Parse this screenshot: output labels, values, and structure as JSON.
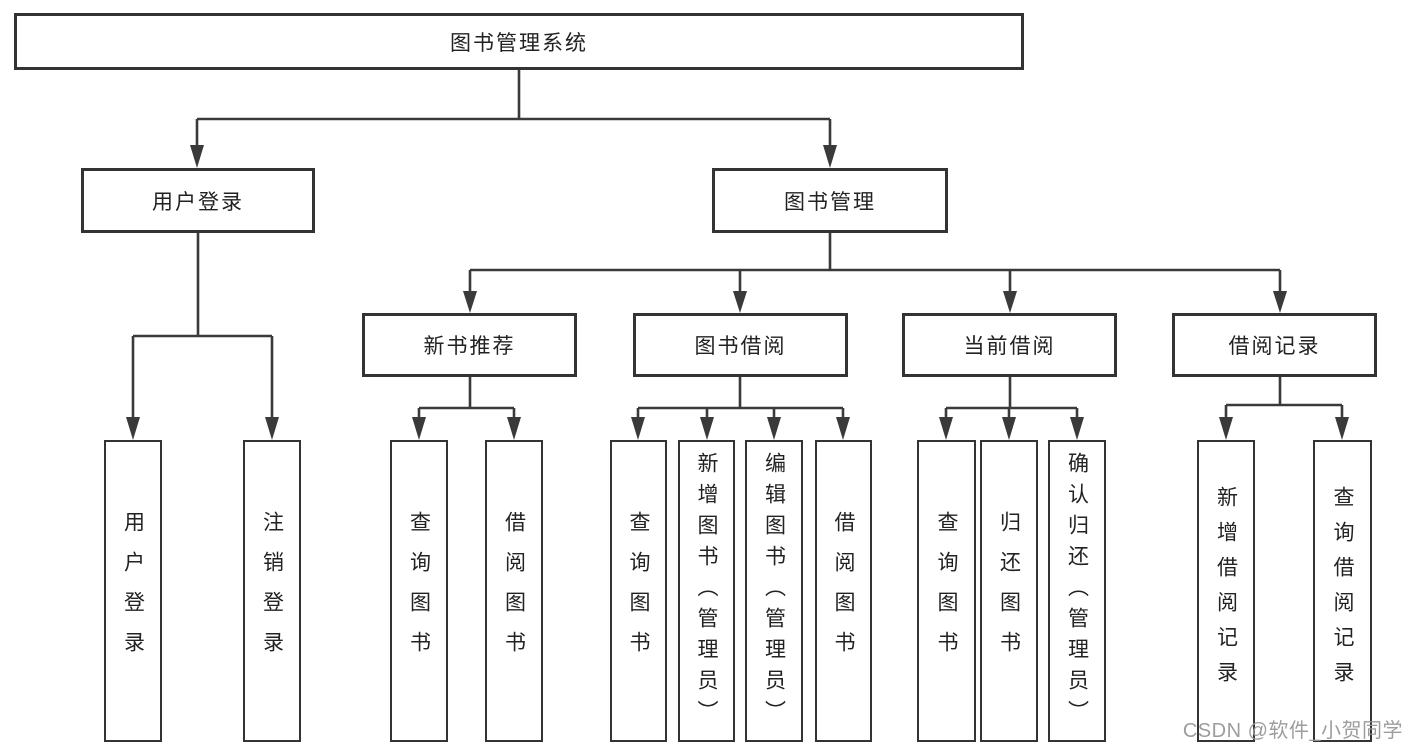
{
  "diagram": {
    "root": {
      "label": "图书管理系统"
    },
    "branches": [
      {
        "id": "user-login",
        "label": "用户登录",
        "parent": "图书管理系统"
      },
      {
        "id": "book-management",
        "label": "图书管理",
        "parent": "图书管理系统"
      }
    ],
    "modules": [
      {
        "id": "new-book-recommend",
        "label": "新书推荐",
        "parent": "图书管理"
      },
      {
        "id": "book-borrowing",
        "label": "图书借阅",
        "parent": "图书管理"
      },
      {
        "id": "current-borrowing",
        "label": "当前借阅",
        "parent": "图书管理"
      },
      {
        "id": "borrowing-records",
        "label": "借阅记录",
        "parent": "图书管理"
      }
    ],
    "leaves": [
      {
        "id": "user-login-action",
        "label": "用户登录",
        "parent": "用户登录"
      },
      {
        "id": "logout-action",
        "label": "注销登录",
        "parent": "用户登录"
      },
      {
        "id": "query-book-recommend",
        "label": "查询图书",
        "parent": "新书推荐"
      },
      {
        "id": "borrow-book-recommend",
        "label": "借阅图书",
        "parent": "新书推荐"
      },
      {
        "id": "query-book-borrowing",
        "label": "查询图书",
        "parent": "图书借阅"
      },
      {
        "id": "add-book-admin",
        "label": "新增图书（管理员）",
        "parent": "图书借阅"
      },
      {
        "id": "edit-book-admin",
        "label": "编辑图书（管理员）",
        "parent": "图书借阅"
      },
      {
        "id": "borrow-book-borrowing",
        "label": "借阅图书",
        "parent": "图书借阅"
      },
      {
        "id": "query-book-current",
        "label": "查询图书",
        "parent": "当前借阅"
      },
      {
        "id": "return-book",
        "label": "归还图书",
        "parent": "当前借阅"
      },
      {
        "id": "confirm-return-admin",
        "label": "确认归还（管理员）",
        "parent": "当前借阅"
      },
      {
        "id": "add-borrow-record",
        "label": "新增借阅记录",
        "parent": "借阅记录"
      },
      {
        "id": "query-borrow-record",
        "label": "查询借阅记录",
        "parent": "借阅记录"
      }
    ]
  },
  "watermark": {
    "text": "CSDN @软件_小贺同学"
  },
  "colors": {
    "background": "#ffffff",
    "box_border": "#333333",
    "connector": "#3a3a3a",
    "text": "#222222",
    "watermark": "#989898"
  }
}
